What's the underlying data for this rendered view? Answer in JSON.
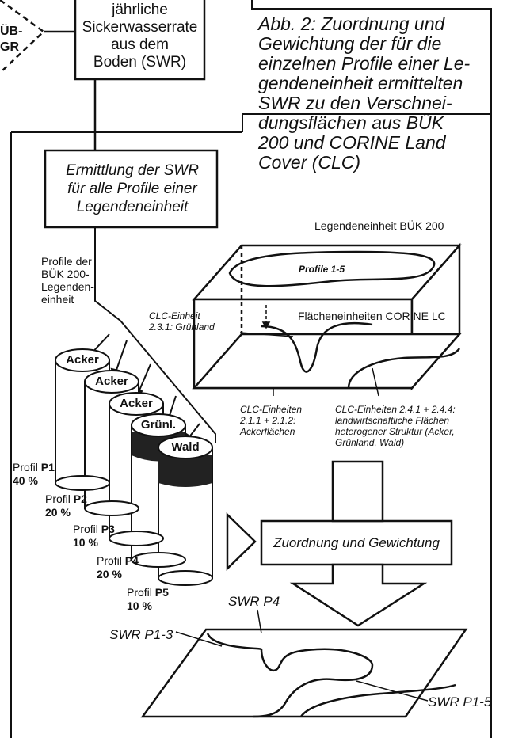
{
  "top_box": {
    "lines": [
      "jährliche",
      "Sickerwasserrate",
      "aus dem",
      "Boden (SWR)"
    ]
  },
  "left_partial": {
    "line1": "ÜB-",
    "line2": "GR"
  },
  "caption": {
    "lines": [
      "Abb. 2: Zuordnung und",
      "Gewichtung der für die",
      "einzelnen Profile einer Le-",
      "gendeneinheit ermittelten",
      "SWR zu den Verschnei-",
      "dungsflächen aus BÜK",
      "200 und CORINE Land",
      "Cover (CLC)"
    ]
  },
  "ermittlung_box": {
    "lines": [
      "Ermittlung der SWR",
      "für alle Profile einer",
      "Legendeneinheit"
    ]
  },
  "profile_header": {
    "lines": [
      "Profile der",
      "BÜK 200-",
      "Legenden-",
      "einheit"
    ]
  },
  "block": {
    "title": "Legendeneinheit BÜK 200",
    "inner_top": "Profile 1-5",
    "clc_label": "Flächeneinheiten CORINE LC",
    "clc_gruen": [
      "CLC-Einheit",
      "2.3.1: Grünland"
    ],
    "clc_acker": [
      "CLC-Einheiten",
      "2.1.1 + 2.1.2:",
      "Ackerflächen"
    ],
    "clc_hetero": [
      "CLC-Einheiten 2.4.1 + 2.4.4:",
      "landwirtschaftliche Flächen",
      "heterogener Struktur (Acker,",
      "Grünland, Wald)"
    ]
  },
  "cylinders": [
    {
      "cap": "Acker",
      "profil": "Profil",
      "code": "P1",
      "pct": "40 %"
    },
    {
      "cap": "Acker",
      "profil": "Profil",
      "code": "P2",
      "pct": "20 %"
    },
    {
      "cap": "Acker",
      "profil": "Profil",
      "code": "P3",
      "pct": "10 %"
    },
    {
      "cap": "Grünl.",
      "profil": "Profil",
      "code": "P4",
      "pct": "20 %"
    },
    {
      "cap": "Wald",
      "profil": "Profil",
      "code": "P5",
      "pct": "10 %"
    }
  ],
  "zuordnung": "Zuordnung und Gewichtung",
  "result": {
    "p4": "SWR P4",
    "p13": "SWR P1-3",
    "p15": "SWR P1-5"
  }
}
